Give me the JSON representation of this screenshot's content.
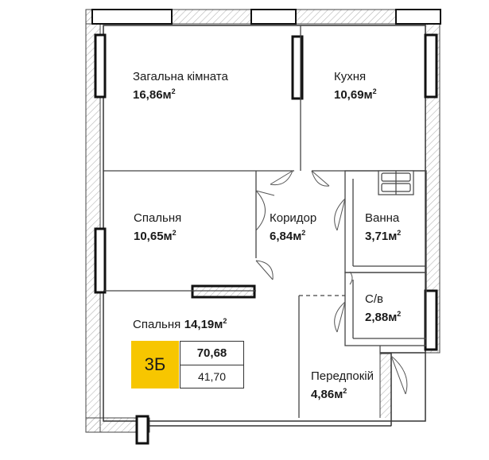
{
  "rooms": {
    "living": {
      "name": "Загальна кімната",
      "area": "16,86м",
      "unit_sup": "2"
    },
    "kitchen": {
      "name": "Кухня",
      "area": "10,69м",
      "unit_sup": "2"
    },
    "bedroom1": {
      "name": "Спальня",
      "area": "10,65м",
      "unit_sup": "2"
    },
    "corridor": {
      "name": "Коридор",
      "area": "6,84м",
      "unit_sup": "2"
    },
    "bathroom": {
      "name": "Ванна",
      "area": "3,71м",
      "unit_sup": "2"
    },
    "toilet": {
      "name": "С/в",
      "area": "2,88м",
      "unit_sup": "2"
    },
    "bedroom2": {
      "name": "Спальня",
      "area": "14,19м",
      "unit_sup": "2"
    },
    "hallway": {
      "name": "Передпокій",
      "area": "4,86м",
      "unit_sup": "2"
    }
  },
  "badge": {
    "code": "3Б",
    "total_area": "70,68",
    "living_area": "41,70"
  },
  "colors": {
    "wall": "#222222",
    "badge": "#f7c600",
    "hatch": "#bbbbbb"
  }
}
